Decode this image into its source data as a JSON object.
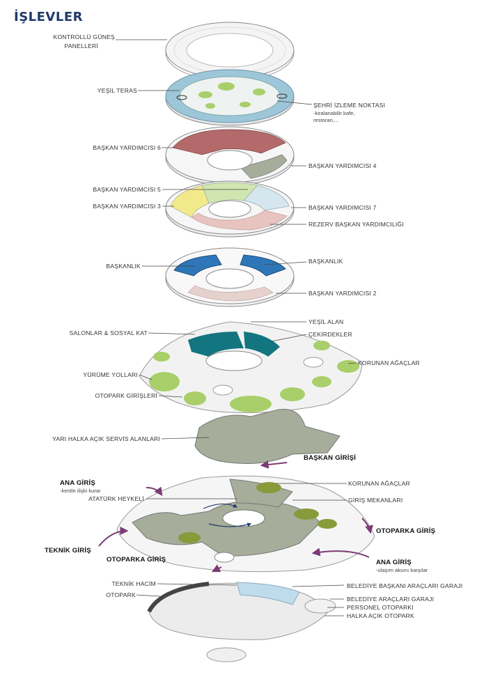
{
  "title": "İŞLEVLER",
  "labels": {
    "kontrollu_gunes_1": "KONTROLLÜ GÜNEŞ",
    "kontrollu_gunes_2": "PANELLERİ",
    "yesil_teras": "YEŞİL TERAS",
    "sehri_izleme": "ŞEHRİ İZLEME NOKTASI",
    "sehri_izleme_sub1": "-kiralanabilir kafe,",
    "sehri_izleme_sub2": "restoran,...",
    "baskan_yrd_6": "BAŞKAN YARDIMCISI 6",
    "baskan_yrd_4": "BAŞKAN YARDIMCISI 4",
    "baskan_yrd_5": "BAŞKAN YARDIMCISI 5",
    "baskan_yrd_3": "BAŞKAN YARDIMCISI 3",
    "baskan_yrd_7": "BAŞKAN YARDIMCISI 7",
    "rezerv": "REZERV BAŞKAN YARDIMCILIĞI",
    "baskanlik_left": "BAŞKANLIK",
    "baskanlik_right": "BAŞKANLIK",
    "baskan_yrd_2": "BAŞKAN YARDIMCISI 2",
    "yesil_alan": "YEŞİL ALAN",
    "salonlar": "SALONLAR & SOSYAL KAT",
    "cekirdekler": "ÇEKİRDEKLER",
    "korunan_agaclar_1": "KORUNAN AĞAÇLAR",
    "yurume_yollari": "YÜRÜME YOLLARI",
    "otopark_girisleri": "OTOPARK GİRİŞLERİ",
    "yari_halka": "YARI HALKA AÇIK SERVİS ALANLARI",
    "baskan_girisi": "BAŞKAN GİRİŞİ",
    "ana_giris_1": "ANA GİRİŞ",
    "ana_giris_1_sub": "-kentle ilişki kurar",
    "korunan_agaclar_2": "KORUNAN AĞAÇLAR",
    "ataturk_heykeli": "ATATÜRK HEYKELİ",
    "giris_mekanlari": "GİRİŞ MEKANLARI",
    "otoparka_giris_right": "OTOPARKA GİRİŞ",
    "teknik_giris": "TEKNİK GİRİŞ",
    "otoparka_giris_left": "OTOPARKA GİRİŞ",
    "ana_giris_2": "ANA GİRİŞ",
    "ana_giris_2_sub": "-ulaşım aksını karşılar",
    "teknik_hacim": "TEKNİK HACİM",
    "belediye_baskani_garaj": "BELEDİYE BAŞKANI ARAÇLARI GARAJI",
    "otopark": "OTOPARK",
    "belediye_araclari": "BELEDİYE ARAÇLARI GARAJI",
    "personel_otopark": "PERSONEL OTOPARKI",
    "halka_acik_otopark": "HALKA AÇIK OTOPARK"
  },
  "colors": {
    "title": "#1f3a6b",
    "accent_arrow": "#7a3a74",
    "green": "#a9cf6a",
    "dark_green": "#889a3a",
    "teal": "#127580",
    "blue": "#2e76b8",
    "red": "#b46a6a",
    "sky": "#9ec6d9",
    "grey_green": "#a6ad9a"
  }
}
